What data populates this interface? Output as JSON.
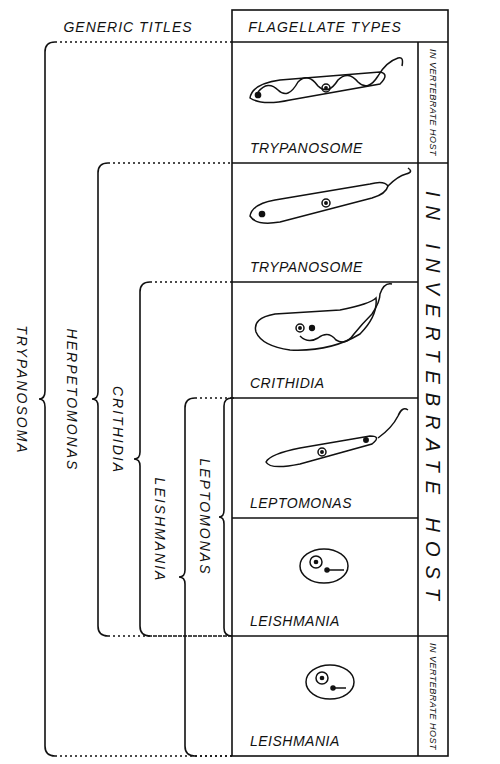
{
  "diagram": {
    "nodes": [
      {
        "text": [
          "TRYPANOSOME"
        ]
      },
      {
        "text": [
          "TRYPANOSOME"
        ]
      },
      {
        "text": [
          "CRITHIDIA"
        ]
      },
      {
        "text": [
          "LEPTOMONAS"
        ]
      },
      {
        "text": [
          "LEISHMANIA"
        ]
      },
      {
        "text": [
          "LEISHMANIA"
        ]
      }
    ],
    "labels": [
      "GENERIC TITLES",
      "FLAGELLATE TYPES",
      "IN VERTEBRATE HOST",
      "IN INVERTEBRATE HOST",
      "IN VERTEBRATE HOST",
      "TRYPANOSOMA",
      "HERPETOMONAS",
      "CRITHIDIA",
      "LEISHMANIA",
      "LEPTOMONAS"
    ]
  }
}
